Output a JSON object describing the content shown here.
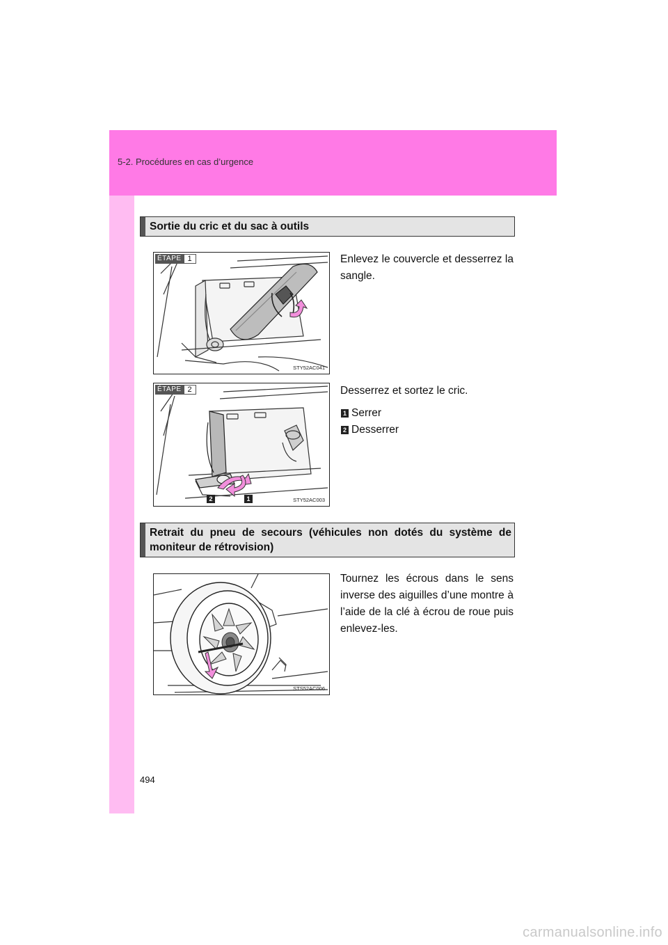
{
  "header": {
    "section": "5-2. Procédures en cas d’urgence"
  },
  "section1": {
    "title": "Sortie du cric et du sac à outils",
    "step1": {
      "label": "ÉTAPE",
      "number": "1",
      "figure_code": "STY52AC041",
      "text": "Enlevez le couvercle et desserrez la sangle."
    },
    "step2": {
      "label": "ÉTAPE",
      "number": "2",
      "figure_code": "STY52AC003",
      "text": "Desserrez et sortez le cric.",
      "badges": [
        "2",
        "1"
      ],
      "legend": [
        {
          "num": "1",
          "label": "Serrer"
        },
        {
          "num": "2",
          "label": "Desserrer"
        }
      ]
    }
  },
  "section2": {
    "title": "Retrait du pneu de secours (véhicules non dotés du système de moniteur de rétrovision)",
    "figure_code": "STS52AC006",
    "text": "Tournez les écrous dans le sens inverse des aiguilles d’une montre à l’aide de la clé à écrou de roue puis enlevez-les."
  },
  "page_number": "494",
  "watermark": "carmanualsonline.info",
  "colors": {
    "header_band": "#ff7ae6",
    "side_strip": "#ffbcf2",
    "arrow": "#f28fdc"
  }
}
